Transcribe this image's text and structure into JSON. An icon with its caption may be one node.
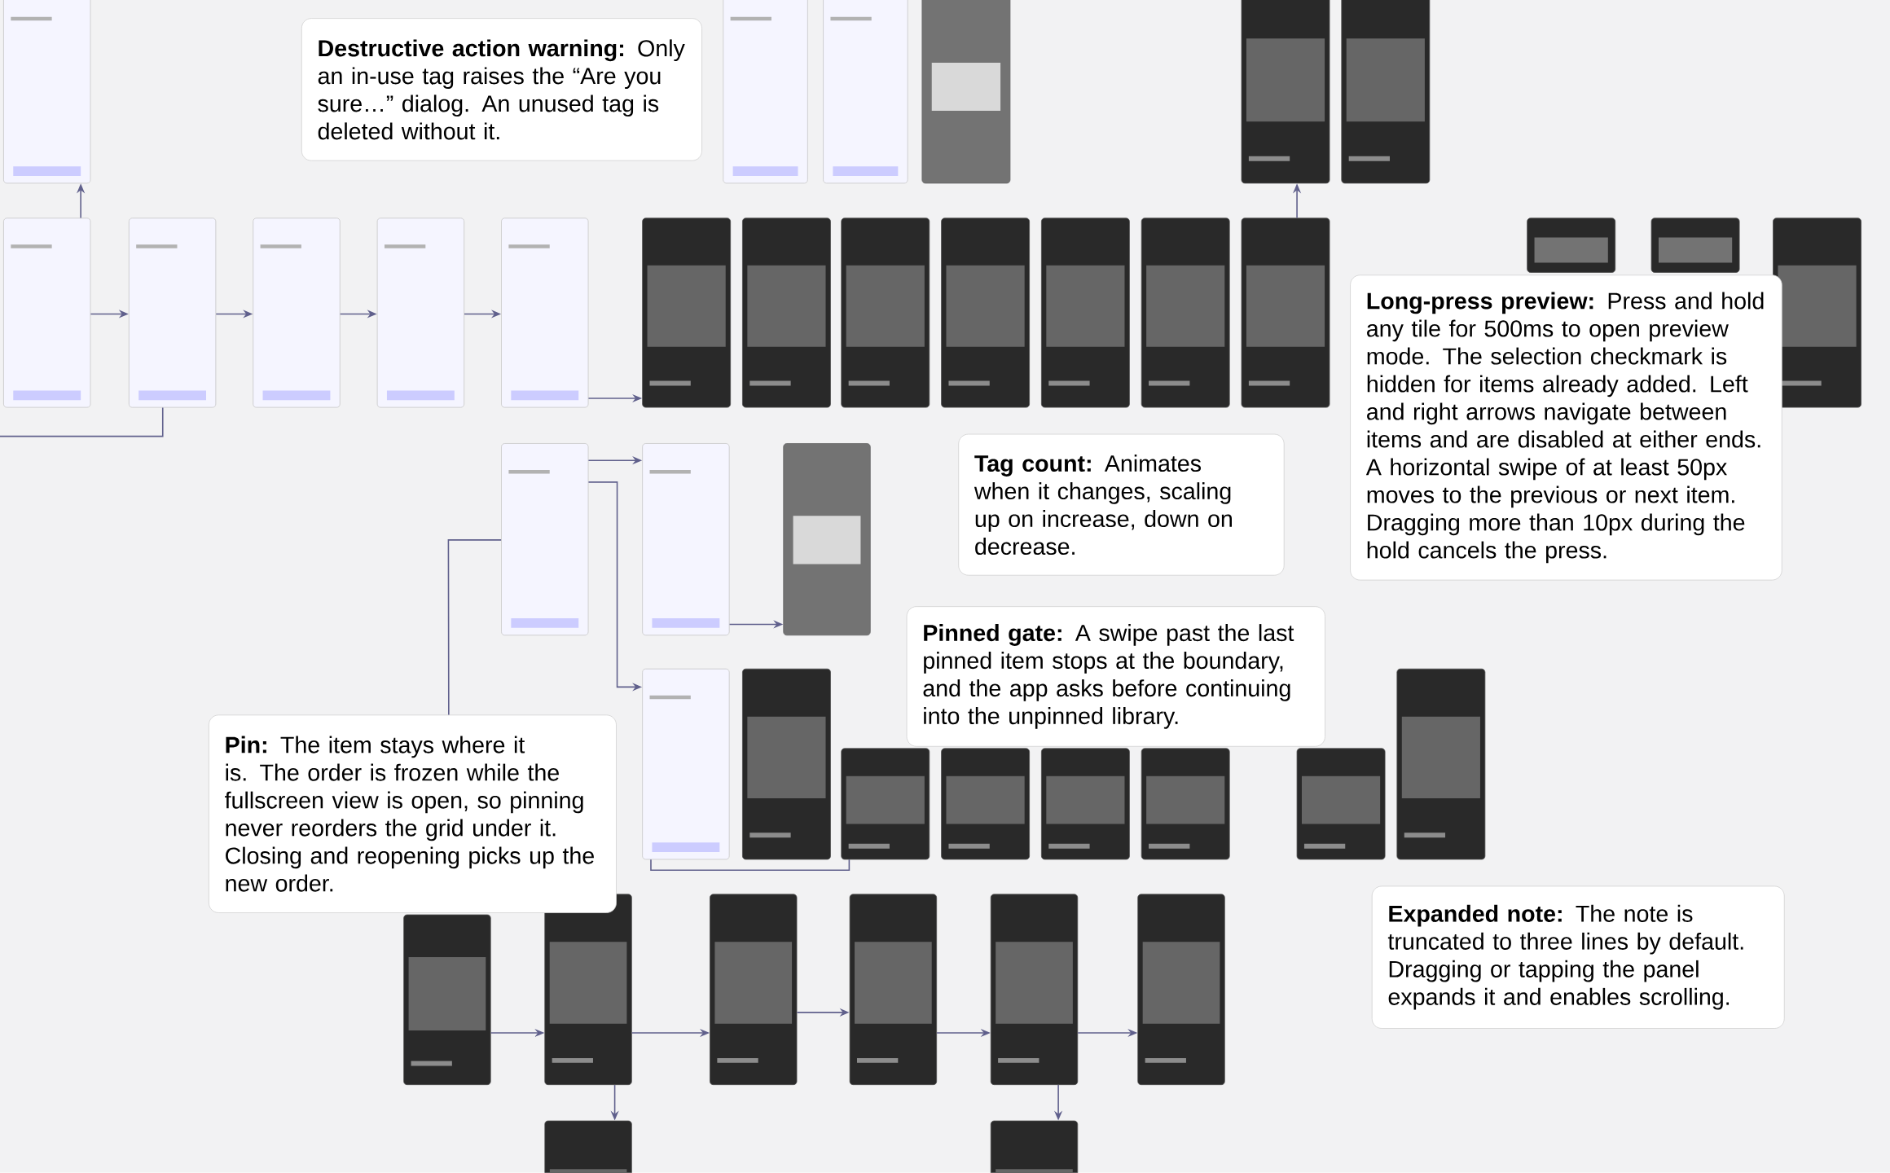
{
  "diagram": {
    "nodes": [
      {
        "text": [],
        "shape": "picture"
      },
      {
        "text": [
          "**Destructive action warning:** Only an in-use tag raises the “Are you sure…” dialog. An unused tag is deleted without it."
        ]
      },
      {
        "text": [],
        "shape": "picture"
      },
      {
        "text": [],
        "shape": "picture"
      },
      {
        "text": [],
        "shape": "picture"
      },
      {
        "text": [],
        "shape": "picture"
      },
      {
        "text": [],
        "shape": "picture"
      },
      {
        "text": [],
        "shape": "picture"
      },
      {
        "text": [],
        "shape": "picture"
      },
      {
        "text": [],
        "shape": "picture"
      },
      {
        "text": [],
        "shape": "picture"
      },
      {
        "text": [],
        "shape": "picture"
      },
      {
        "text": [],
        "shape": "picture"
      },
      {
        "text": [],
        "shape": "picture"
      },
      {
        "text": [],
        "shape": "picture"
      },
      {
        "text": [],
        "shape": "picture"
      },
      {
        "text": [],
        "shape": "picture"
      },
      {
        "text": [],
        "shape": "picture"
      },
      {
        "text": [],
        "shape": "picture"
      },
      {
        "text": [],
        "shape": "picture"
      },
      {
        "text": [],
        "shape": "picture"
      },
      {
        "text": [],
        "shape": "picture"
      },
      {
        "text": [
          "**Long-press preview:** Press and hold any tile for 500ms to open preview mode. The selection checkmark is hidden for items already added. Left and right arrows navigate between items and are disabled at either ends. A horizontal swipe of at least 50px moves to the previous or next item. Dragging more than 10px during the hold cancels the press."
        ]
      },
      {
        "text": [
          "**Tag count:** Animates when it changes, scaling up on increase, down on decrease."
        ]
      },
      {
        "text": [],
        "shape": "picture"
      },
      {
        "text": [],
        "shape": "picture"
      },
      {
        "text": [],
        "shape": "picture"
      },
      {
        "text": [
          "**Pinned gate:** A swipe past the last pinned item stops at the boundary, and the app asks before continuing into the unpinned library."
        ]
      },
      {
        "text": [],
        "shape": "picture"
      },
      {
        "text": [],
        "shape": "picture"
      },
      {
        "text": [],
        "shape": "picture"
      },
      {
        "text": [],
        "shape": "picture"
      },
      {
        "text": [],
        "shape": "picture"
      },
      {
        "text": [],
        "shape": "picture"
      },
      {
        "text": [],
        "shape": "picture"
      },
      {
        "text": [],
        "shape": "picture"
      },
      {
        "text": [
          "**Pin:** The item stays where it is. The order is frozen while the fullscreen view is open, so pinning never reorders the grid under it. Closing and reopening picks up the new order."
        ]
      },
      {
        "text": [
          "**Expanded note:** The note is truncated to three lines by default. Dragging or tapping the panel expands it and enables scrolling."
        ]
      },
      {
        "text": [],
        "shape": "picture"
      },
      {
        "text": [],
        "shape": "picture"
      },
      {
        "text": [],
        "shape": "picture"
      },
      {
        "text": [],
        "shape": "picture"
      },
      {
        "text": [],
        "shape": "picture"
      },
      {
        "text": [],
        "shape": "picture"
      },
      {
        "text": [],
        "shape": "picture"
      },
      {
        "text": [],
        "shape": "picture"
      }
    ],
    "edges": [
      {
        "from": 7,
        "to": 0,
        "arrow": "to"
      },
      {
        "from": 7,
        "to": 8,
        "arrow": "to"
      },
      {
        "from": 8,
        "to": 9,
        "arrow": "to"
      },
      {
        "from": 9,
        "to": 10,
        "arrow": "to"
      },
      {
        "from": 10,
        "to": 11,
        "arrow": "to"
      },
      {
        "from": 11,
        "to": 12,
        "arrow": "to"
      },
      {
        "from": 18,
        "to": 5,
        "arrow": "to"
      },
      {
        "from": 8,
        "to": null,
        "arrow": "none"
      },
      {
        "from": 24,
        "to": 25,
        "arrow": "to"
      },
      {
        "from": 25,
        "to": 26,
        "arrow": "to"
      },
      {
        "from": 24,
        "to": 28,
        "arrow": "to"
      },
      {
        "from": 36,
        "to": 24,
        "arrow": "none"
      },
      {
        "from": 28,
        "to": 30,
        "arrow": "none"
      },
      {
        "from": 38,
        "to": 39,
        "arrow": "to"
      },
      {
        "from": 39,
        "to": 40,
        "arrow": "to"
      },
      {
        "from": 40,
        "to": 41,
        "arrow": "to"
      },
      {
        "from": 41,
        "to": 42,
        "arrow": "to"
      },
      {
        "from": 42,
        "to": 43,
        "arrow": "to"
      },
      {
        "from": 39,
        "to": 44,
        "arrow": "to"
      },
      {
        "from": 42,
        "to": 45,
        "arrow": "to"
      }
    ]
  }
}
